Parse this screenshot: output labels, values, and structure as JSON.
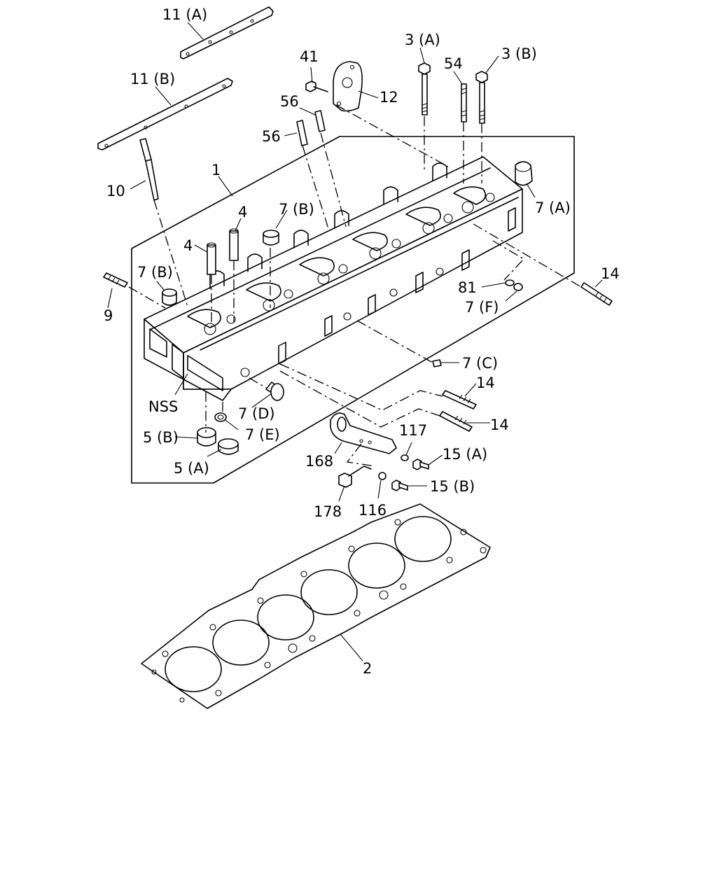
{
  "diagram": {
    "callouts": [
      {
        "id": "c11a",
        "text": "11 (A)"
      },
      {
        "id": "c11b",
        "text": "11 (B)"
      },
      {
        "id": "c41",
        "text": "41"
      },
      {
        "id": "c12",
        "text": "12"
      },
      {
        "id": "c3a",
        "text": "3 (A)"
      },
      {
        "id": "c54",
        "text": "54"
      },
      {
        "id": "c3b",
        "text": "3 (B)"
      },
      {
        "id": "c56a",
        "text": "56"
      },
      {
        "id": "c56b",
        "text": "56"
      },
      {
        "id": "c10",
        "text": "10"
      },
      {
        "id": "c1",
        "text": "1"
      },
      {
        "id": "c7a",
        "text": "7 (A)"
      },
      {
        "id": "c4a",
        "text": "4"
      },
      {
        "id": "c7b1",
        "text": "7 (B)"
      },
      {
        "id": "c4b",
        "text": "4"
      },
      {
        "id": "c7b2",
        "text": "7 (B)"
      },
      {
        "id": "c14a",
        "text": "14"
      },
      {
        "id": "c81",
        "text": "81"
      },
      {
        "id": "c7f",
        "text": "7 (F)"
      },
      {
        "id": "c9",
        "text": "9"
      },
      {
        "id": "c7c",
        "text": "7 (C)"
      },
      {
        "id": "c14b",
        "text": "14"
      },
      {
        "id": "c14c",
        "text": "14"
      },
      {
        "id": "cnss",
        "text": "NSS"
      },
      {
        "id": "c7d",
        "text": "7 (D)"
      },
      {
        "id": "c7e",
        "text": "7 (E)"
      },
      {
        "id": "c5b",
        "text": "5 (B)"
      },
      {
        "id": "c5a",
        "text": "5 (A)"
      },
      {
        "id": "c117",
        "text": "117"
      },
      {
        "id": "c15a",
        "text": "15 (A)"
      },
      {
        "id": "c168",
        "text": "168"
      },
      {
        "id": "c15b",
        "text": "15 (B)"
      },
      {
        "id": "c178",
        "text": "178"
      },
      {
        "id": "c116",
        "text": "116"
      },
      {
        "id": "c2",
        "text": "2"
      }
    ]
  }
}
